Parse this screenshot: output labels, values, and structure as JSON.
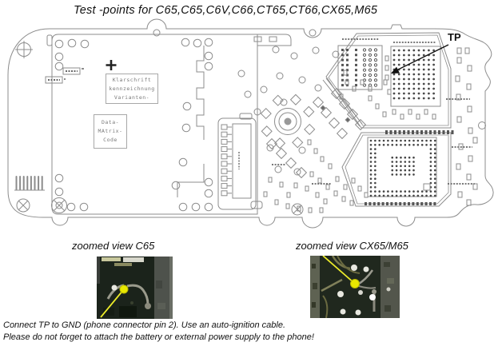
{
  "title": "Test -points for C65,C65,C6V,C66,CT65,CT66,CX65,M65",
  "tp": {
    "label": "TP"
  },
  "board": {
    "klarschrift_lines": [
      "Klarschrift",
      "kennzeichnung",
      "Varianten-"
    ],
    "datamatrix_lines": [
      "Data-",
      "MAtrix-",
      "Code"
    ]
  },
  "zoomed_views": {
    "c65_label": "zoomed view C65",
    "cx65_label": "zoomed view CX65/M65"
  },
  "footer": {
    "line1": "Connect  TP to GND (phone connector pin 2). Use an auto-ignition cable.",
    "line2": "Please do not forget to attach the battery or external power supply to the phone!"
  },
  "colors": {
    "testpoint_yellow": "#e8e400",
    "board_line_grey": "#8c8c8c",
    "component_grey": "#555555",
    "photo_background": "#1e281e",
    "text_black": "#111111"
  }
}
